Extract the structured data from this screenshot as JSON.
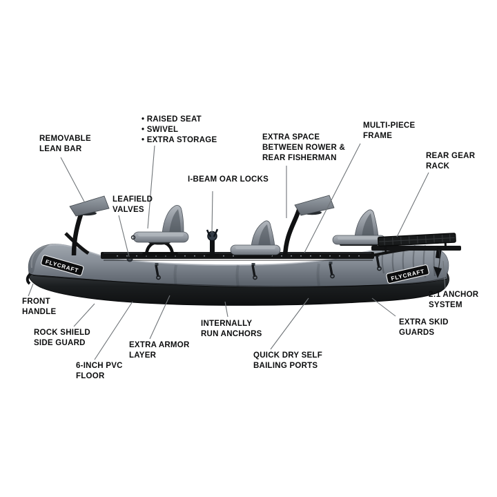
{
  "product": {
    "brand": "FLYCRAFT"
  },
  "colors": {
    "background": "#ffffff",
    "label_text": "#0c0d0e",
    "leader_line": "#6f7478",
    "tube_gray": "#7c838c",
    "hull_dark": "#17191b",
    "frame_black": "#121314",
    "seat_gray": "#969ca4"
  },
  "callouts": [
    {
      "id": "removable-lean-bar",
      "lines": [
        "REMOVABLE",
        "LEAN BAR"
      ]
    },
    {
      "id": "seat-features",
      "lines": [
        "• RAISED SEAT",
        "• SWIVEL",
        "• EXTRA STORAGE"
      ]
    },
    {
      "id": "extra-space",
      "lines": [
        "EXTRA SPACE",
        "BETWEEN ROWER &",
        "REAR FISHERMAN"
      ]
    },
    {
      "id": "multi-piece-frame",
      "lines": [
        "MULTI-PIECE",
        "FRAME"
      ]
    },
    {
      "id": "rear-gear-rack",
      "lines": [
        "REAR GEAR",
        "RACK"
      ]
    },
    {
      "id": "i-beam-oar-locks",
      "lines": [
        "I-BEAM OAR LOCKS"
      ]
    },
    {
      "id": "leafield-valves",
      "lines": [
        "LEAFIELD",
        "VALVES"
      ]
    },
    {
      "id": "front-handle",
      "lines": [
        "FRONT",
        "HANDLE"
      ]
    },
    {
      "id": "rock-shield-side-guard",
      "lines": [
        "ROCK SHIELD",
        "SIDE GUARD"
      ]
    },
    {
      "id": "six-inch-pvc-floor",
      "lines": [
        "6-INCH PVC",
        "FLOOR"
      ]
    },
    {
      "id": "extra-armor-layer",
      "lines": [
        "EXTRA ARMOR",
        "LAYER"
      ]
    },
    {
      "id": "internally-run-anchors",
      "lines": [
        "INTERNALLY",
        "RUN ANCHORS"
      ]
    },
    {
      "id": "quick-dry-self-bailing-ports",
      "lines": [
        "QUICK DRY SELF",
        "BAILING PORTS"
      ]
    },
    {
      "id": "extra-skid-guards",
      "lines": [
        "EXTRA SKID",
        "GUARDS"
      ]
    },
    {
      "id": "anchor-system",
      "lines": [
        "2:1 ANCHOR",
        "SYSTEM"
      ]
    }
  ]
}
